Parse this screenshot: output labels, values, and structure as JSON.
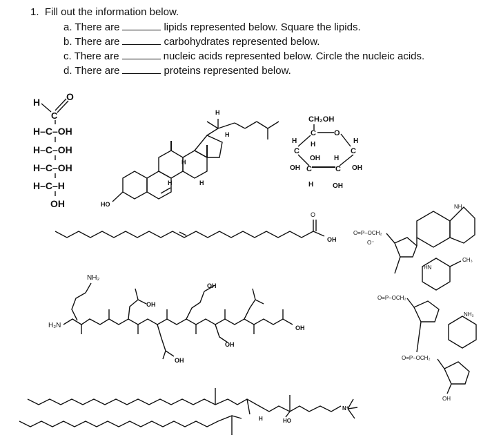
{
  "question": {
    "number": "1.",
    "prompt": "Fill out the information below.",
    "items": [
      {
        "letter": "a.",
        "lead": "There are",
        "rest": "lipids represented below. Square the lipids."
      },
      {
        "letter": "b.",
        "lead": "There are",
        "rest": "carbohydrates represented below."
      },
      {
        "letter": "c.",
        "lead": "There are",
        "rest": "nucleic acids represented below. Circle the nucleic acids."
      },
      {
        "letter": "d.",
        "lead": "There are",
        "rest": "proteins represented below."
      }
    ]
  },
  "structures": {
    "aldose": {
      "h_top": "H",
      "o_top": "O",
      "c_top": "C",
      "row1": "H–C–OH",
      "row2": "H–C–OH",
      "row3": "H–C–OH",
      "row4": "H–C–H",
      "bottom": "OH"
    },
    "steroid": {
      "ho": "HO",
      "h1": "H",
      "h2": "H",
      "h3": "H",
      "h4": "H",
      "h5": "H"
    },
    "pyranose": {
      "ch2oh": "CH₂OH",
      "c_top": "C",
      "o_ring": "O",
      "h_left": "H",
      "c_left": "C",
      "h_inner": "H",
      "oh_inner": "OH",
      "h_right_top": "H",
      "c_right": "C",
      "h_mid": "H",
      "oh_left": "OH",
      "c_bl": "C",
      "c_br": "C",
      "oh_right": "OH",
      "h_bottom": "H",
      "oh_bottom": "OH"
    },
    "fatty_acid": {
      "o": "O",
      "oh": "OH"
    },
    "peptide": {
      "nh2_top": "NH₂",
      "h2n": "H₂N",
      "oh_top": "OH",
      "oh_mid": "OH",
      "oh_end": "OH",
      "oh_bottom": "OH",
      "oh_ser": "OH"
    },
    "dna": {
      "phos1": "O=P–OCH₂",
      "o_minus": "O⁻",
      "phos2": "O=P–OCH₂",
      "phos3": "O=P–OCH₂",
      "nh": "NH",
      "hn": "HN",
      "ch3": "CH₃",
      "nh2": "NH₂",
      "oh": "OH"
    },
    "phospholipid": {
      "ho": "HO",
      "h": "H",
      "nplus": "N⁺"
    }
  }
}
